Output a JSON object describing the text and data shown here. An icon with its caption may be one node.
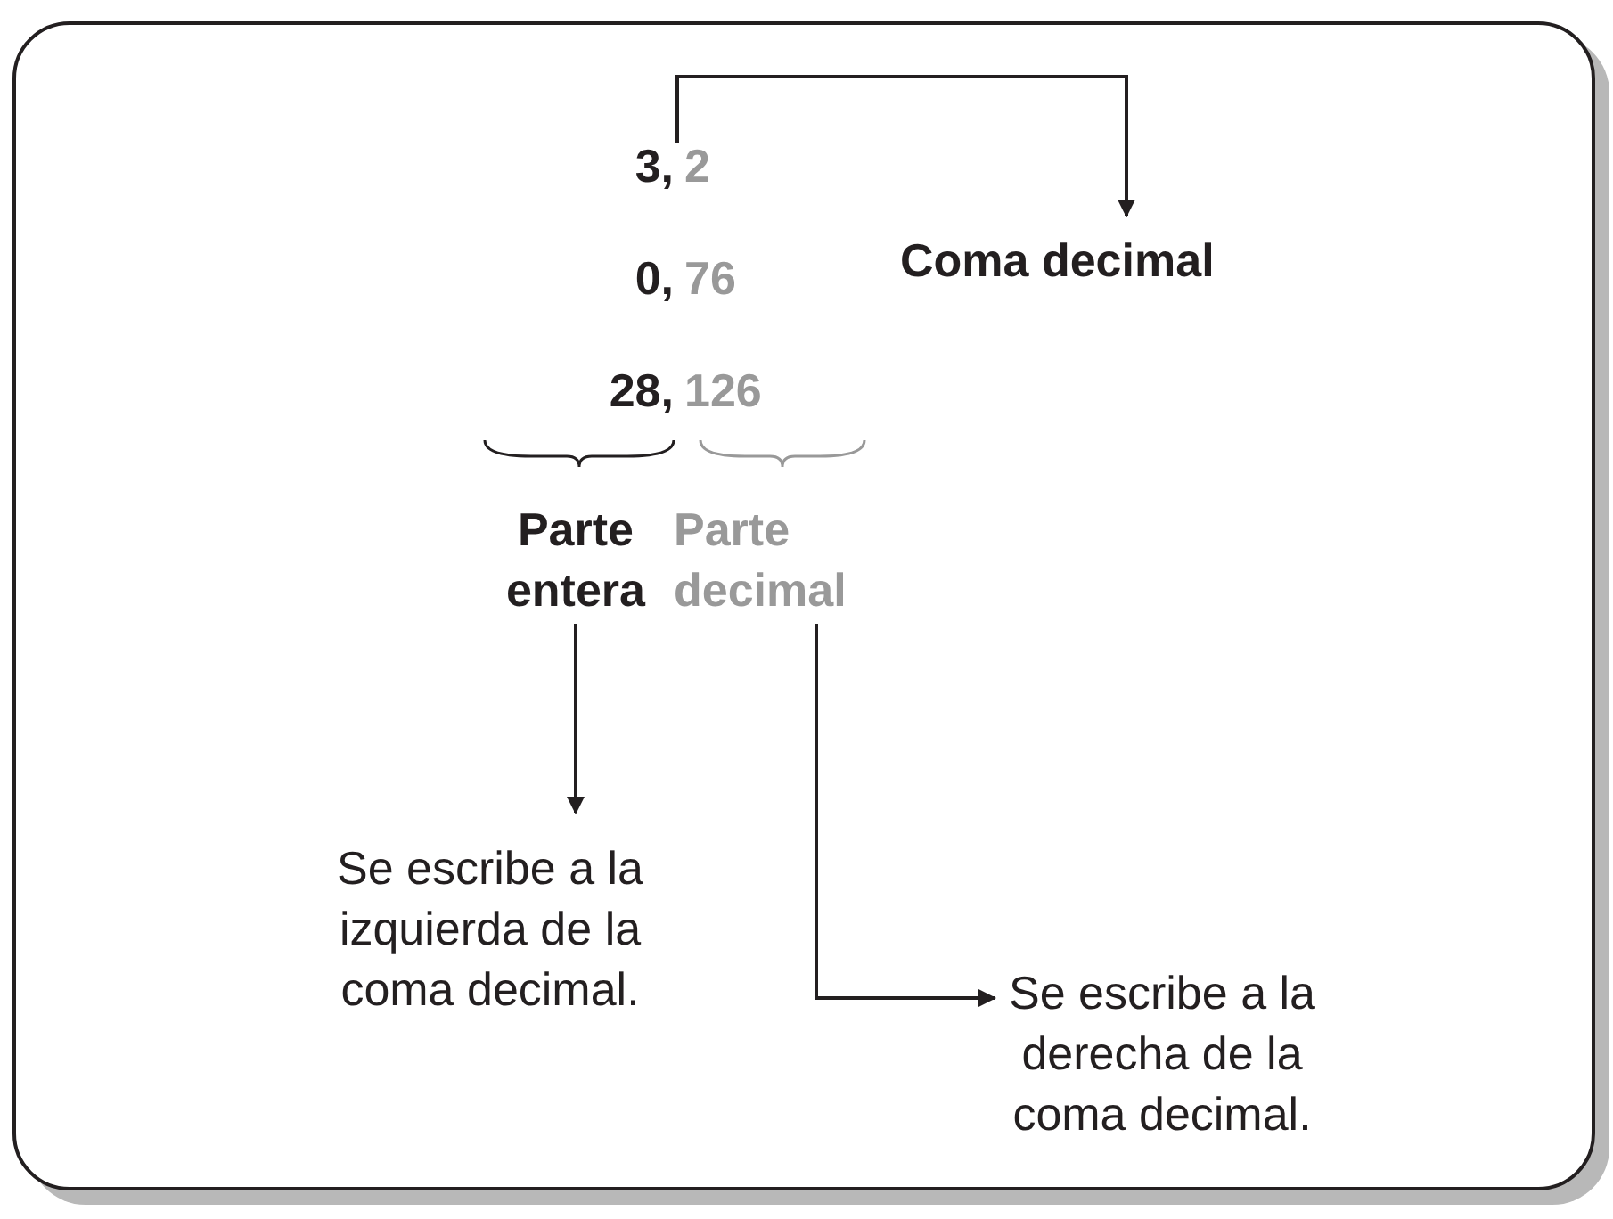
{
  "diagram": {
    "nodes": [
      {
        "text": [
          "3,"
        ]
      },
      {
        "text": [
          "Coma decimal"
        ]
      },
      {
        "text": [
          "Parte entera"
        ]
      },
      {
        "text": [
          "Parte decimal"
        ]
      },
      {
        "text": [
          "Se escribe a la izquierda de la coma decimal."
        ]
      },
      {
        "text": [
          "Se escribe a la derecha de la coma decimal."
        ]
      }
    ],
    "edges": [
      {
        "from": 0,
        "to": 1,
        "arrow": "to"
      },
      {
        "from": 2,
        "to": 4,
        "arrow": "to"
      },
      {
        "from": 3,
        "to": 5,
        "arrow": "to"
      }
    ],
    "labels": [
      "2",
      "0,",
      "76",
      "28,",
      "126"
    ]
  }
}
